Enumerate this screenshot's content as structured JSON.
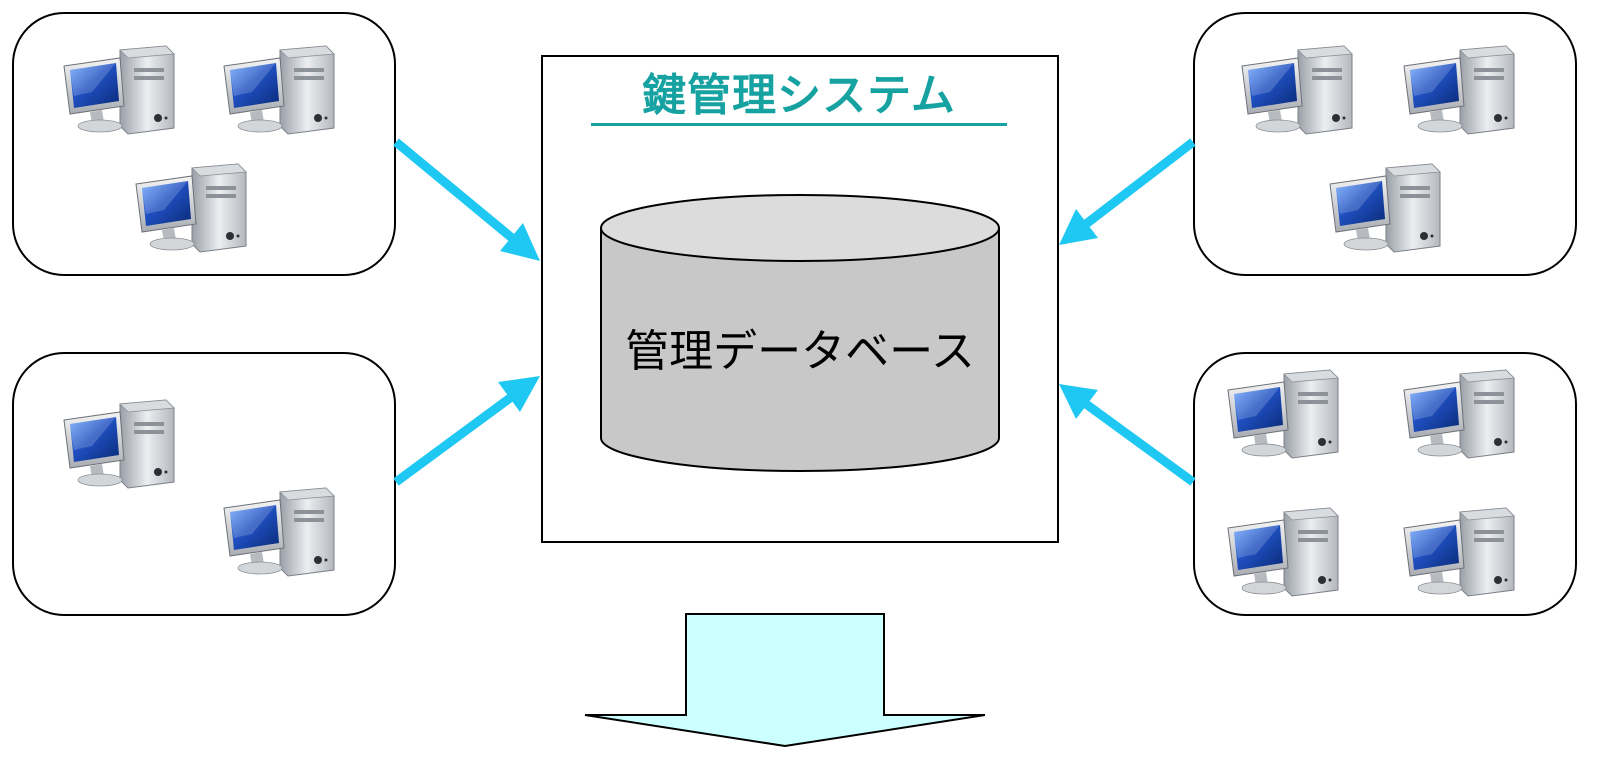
{
  "system": {
    "title": "鍵管理システム",
    "database_label": "管理データベース"
  },
  "groups": [
    {
      "id": "top-left",
      "computer_count": 3
    },
    {
      "id": "bottom-left",
      "computer_count": 2
    },
    {
      "id": "top-right",
      "computer_count": 3
    },
    {
      "id": "bottom-right",
      "computer_count": 4
    }
  ],
  "icons": {
    "computer": "desktop-computer-icon",
    "database": "database-cylinder-icon",
    "arrow": "connection-arrow"
  },
  "colors": {
    "title_accent": "#17a2a2",
    "arrow": "#1fc8f2",
    "database_fill": "#c8c8c8",
    "output_arrow_fill": "#ccffff"
  }
}
